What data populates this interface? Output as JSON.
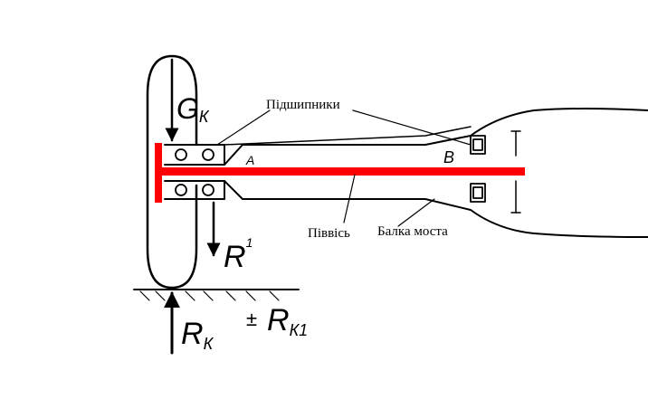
{
  "labels": {
    "bearings": "Підшипники",
    "half_axle": "Піввісь",
    "axle_beam": "Балка моста",
    "g_main": "G",
    "g_sub": "К",
    "r_prime_main": "R",
    "r_prime_sup": "1",
    "rk_main": "R",
    "rk_sub": "К",
    "rk1_sign": "±",
    "rk1_main": "R",
    "rk1_sub": "К1",
    "point_a": "A",
    "point_b": "B"
  },
  "colors": {
    "half_axle": "#ff0000",
    "ink": "#000000"
  }
}
